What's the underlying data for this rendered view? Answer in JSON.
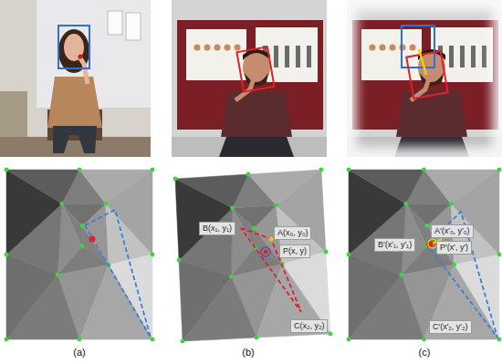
{
  "diagram": {
    "nodes": [
      {
        "text": [
          "B(x₁, y₁)"
        ]
      },
      {
        "text": [
          "A(x₀, y₀)"
        ]
      },
      {
        "text": [
          "P(x, y)"
        ]
      },
      {
        "text": [
          "C(x₂, y₂)"
        ]
      },
      {
        "text": [
          "A′(x′₀, y′₀)"
        ]
      },
      {
        "text": [
          "B′(x′₁, y′₁)"
        ]
      },
      {
        "text": [
          "P′(x′, y′)"
        ]
      },
      {
        "text": [
          "C′(x′₂, y′₂)"
        ]
      }
    ],
    "labels": [
      "(a)",
      "(b)",
      "(c)"
    ]
  }
}
